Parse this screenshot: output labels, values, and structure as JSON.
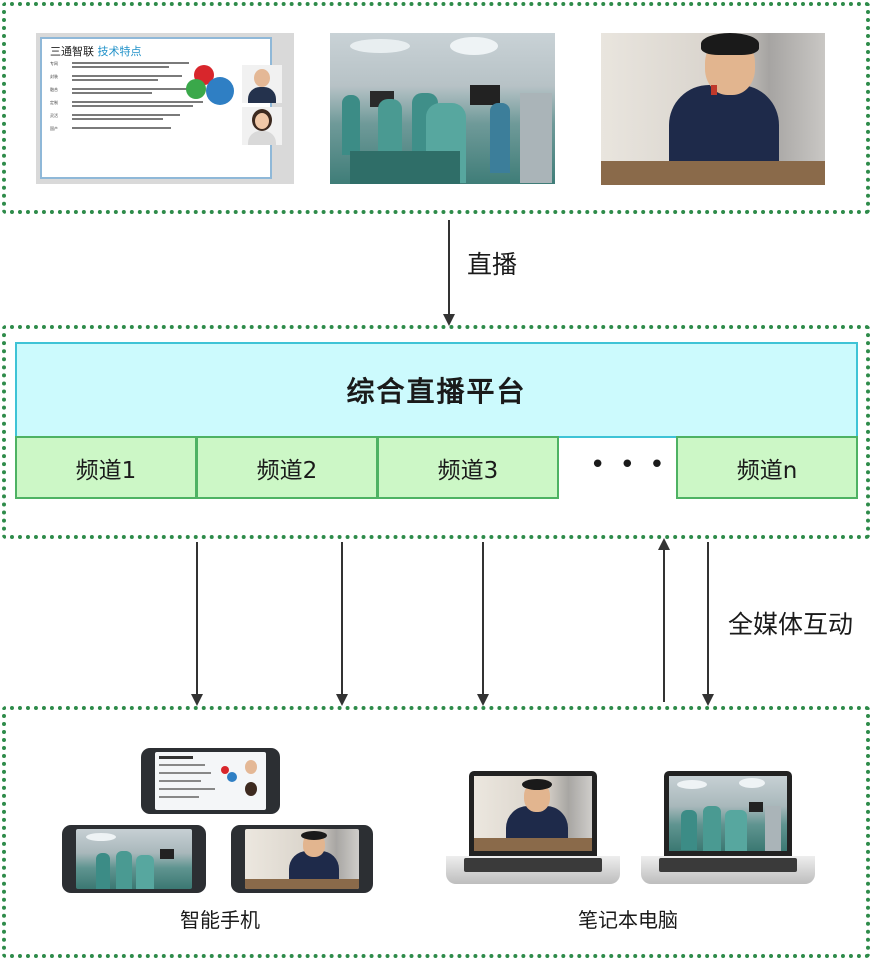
{
  "top_sources": {
    "slide": {
      "title_black": "三通智联",
      "title_blue": "技术特点",
      "rows": [
        "专网",
        "封装",
        "融合",
        "定制",
        "灵活",
        "国产"
      ]
    }
  },
  "live_label": "直播",
  "platform": {
    "title": "综合直播平台",
    "channels": [
      "频道1",
      "频道2",
      "频道3",
      "频道n"
    ],
    "ellipsis": "• • •"
  },
  "interaction_label": "全媒体互动",
  "devices": {
    "phone_label": "智能手机",
    "laptop_label": "笔记本电脑"
  },
  "colors": {
    "dotted_border": "#2e8b4a",
    "platform_fill": "#ccfafd",
    "platform_border": "#3fc3d6",
    "channel_fill": "#ccf7c6",
    "channel_border": "#4eb263"
  }
}
